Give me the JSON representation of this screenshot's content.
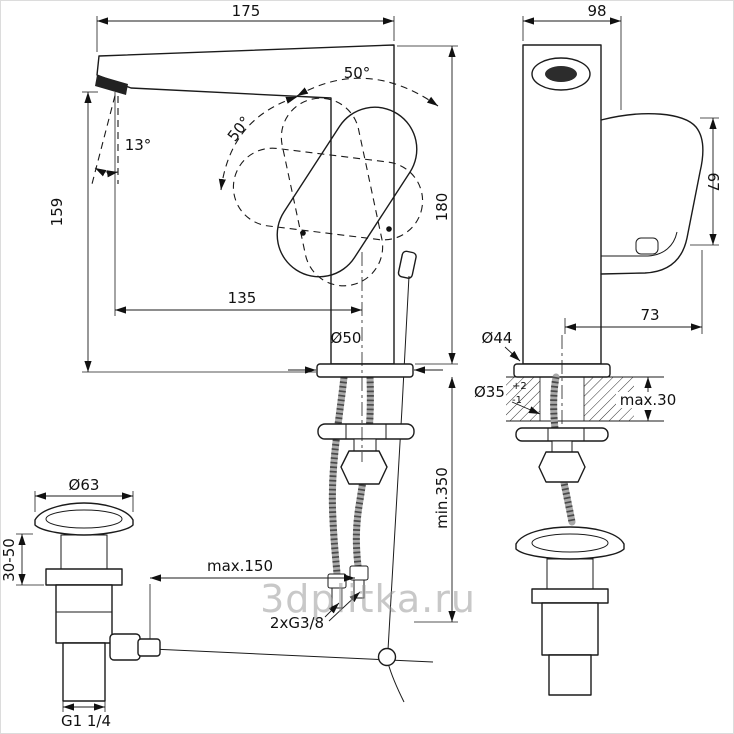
{
  "watermark": "3dplitka.ru",
  "front": {
    "width": "175",
    "height_spout": "159",
    "height_total": "180",
    "spout_reach": "135",
    "base_diameter": "Ø50",
    "spout_angle": "13°",
    "handle_swing_top": "50°",
    "handle_swing_left": "50°",
    "hose_length": "min.350",
    "rod_length": "max.150",
    "hose_thread": "2xG3/8"
  },
  "side": {
    "depth": "98",
    "handle_height": "67",
    "handle_reach": "73",
    "base_diameter": "Ø44",
    "hole_diameter": "Ø35",
    "hole_tolerance_plus": "+2",
    "hole_tolerance_minus": "-1",
    "deck_thickness": "max.30"
  },
  "drain": {
    "flange_diameter": "Ø63",
    "adjust_range": "30-50",
    "thread": "G1 1/4"
  }
}
